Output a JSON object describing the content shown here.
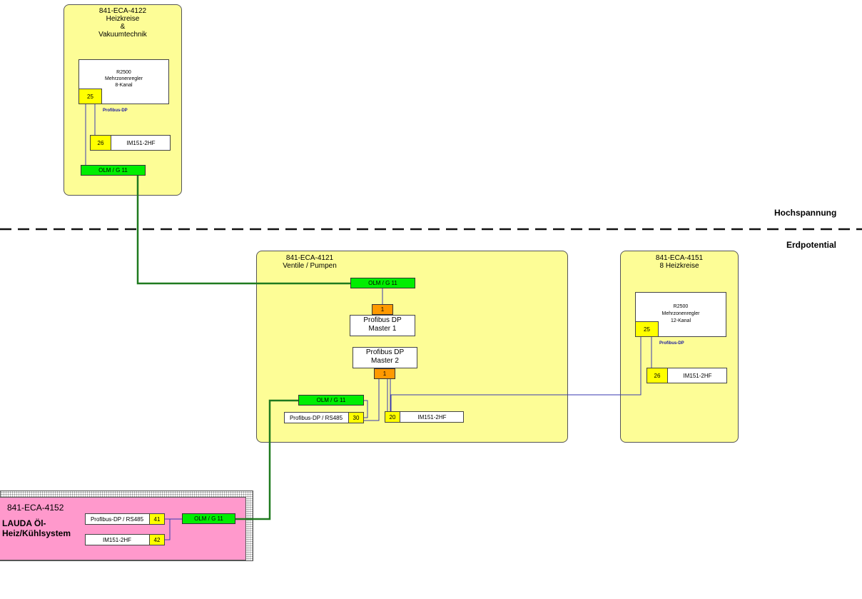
{
  "cabinets": {
    "c4122": {
      "id": "841-ECA-4122",
      "line2": "Heizkreise",
      "line3": "&",
      "line4": "Vakuumtechnik"
    },
    "c4121": {
      "id": "841-ECA-4121",
      "line2": "Ventile / Pumpen"
    },
    "c4151": {
      "id": "841-ECA-4151",
      "line2": "8 Heizkreise"
    },
    "c4152": {
      "id": "841-ECA-4152",
      "line2": "LAUDA Öl-",
      "line3": "Heiz/Kühlsystem"
    }
  },
  "zones": {
    "upper": "Hochspannung",
    "lower": "Erdpotential"
  },
  "devices": {
    "r2500_8": {
      "line1": "R2500",
      "line2": "Mehrzonenregler",
      "line3": "8-Kanal"
    },
    "r2500_12": {
      "line1": "R2500",
      "line2": "Mehrzonenregler",
      "line3": "12-Kanal"
    },
    "im151_a": "IM151-2HF",
    "im151_b": "IM151-2HF",
    "im151_c": "IM151-2HF",
    "im151_d": "IM151-2HF",
    "master1": {
      "line1": "Profibus DP",
      "line2": "Master 1"
    },
    "master2": {
      "line1": "Profibus DP",
      "line2": "Master 2"
    },
    "rs485_a": "Profibus-DP / RS485",
    "rs485_b": "Profibus-DP / RS485"
  },
  "olm": {
    "o4122": "OLM / G 11",
    "o4121_top": "OLM / G 11",
    "o4121_bottom": "OLM / G 11",
    "o4152": "OLM / G 11"
  },
  "addresses": {
    "a25_4122": "25",
    "a26_4122": "26",
    "m1": "1",
    "m2": "1",
    "a30": "30",
    "a20": "20",
    "a25_4151": "25",
    "a26_4151": "26",
    "a41": "41",
    "a42": "42"
  },
  "bus_labels": {
    "pb_4122": "Profibus-DP",
    "pb_4151": "Profibus-DP"
  },
  "colors": {
    "cabinet": "#fdfd96",
    "lauda": "#ff99cc",
    "olm": "#00ee00",
    "fiber": "#1f7a1f",
    "bus": "#3a3ab0",
    "address": "#ffff00",
    "master_port": "#ff9900"
  }
}
